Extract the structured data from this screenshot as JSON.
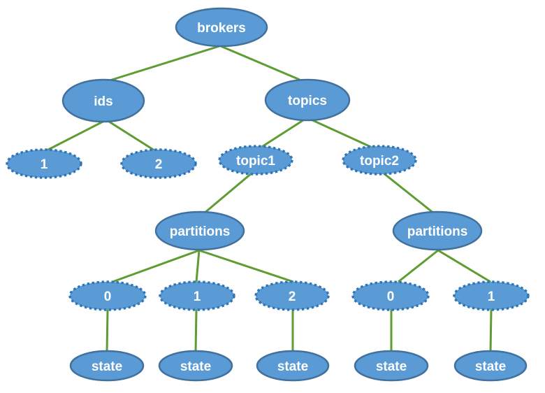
{
  "colors": {
    "node_fill": "#5B9BD5",
    "node_border": "#41719C",
    "dashed_node_border": "#2E75B6",
    "edge_line": "#5E9D31",
    "label_text": "#FFFFFF",
    "background": "#FFFFFF"
  },
  "nodes": [
    {
      "id": "brokers",
      "label": "brokers",
      "style": "solid"
    },
    {
      "id": "ids",
      "label": "ids",
      "style": "solid"
    },
    {
      "id": "id-1",
      "label": "1",
      "style": "dashed"
    },
    {
      "id": "id-2",
      "label": "2",
      "style": "dashed"
    },
    {
      "id": "topics",
      "label": "topics",
      "style": "solid"
    },
    {
      "id": "topic1",
      "label": "topic1",
      "style": "dashed"
    },
    {
      "id": "topic2",
      "label": "topic2",
      "style": "dashed"
    },
    {
      "id": "partitions-left",
      "label": "partitions",
      "style": "solid"
    },
    {
      "id": "p1-0",
      "label": "0",
      "style": "dashed"
    },
    {
      "id": "p1-1",
      "label": "1",
      "style": "dashed"
    },
    {
      "id": "p1-2",
      "label": "2",
      "style": "dashed"
    },
    {
      "id": "p1-0-state",
      "label": "state",
      "style": "solid"
    },
    {
      "id": "p1-1-state",
      "label": "state",
      "style": "solid"
    },
    {
      "id": "p1-2-state",
      "label": "state",
      "style": "solid"
    },
    {
      "id": "partitions-right",
      "label": "partitions",
      "style": "solid"
    },
    {
      "id": "p2-0",
      "label": "0",
      "style": "dashed"
    },
    {
      "id": "p2-1",
      "label": "1",
      "style": "dashed"
    },
    {
      "id": "p2-0-state",
      "label": "state",
      "style": "solid"
    },
    {
      "id": "p2-1-state",
      "label": "state",
      "style": "solid"
    }
  ],
  "edges": [
    [
      "brokers",
      "ids"
    ],
    [
      "brokers",
      "topics"
    ],
    [
      "ids",
      "id-1"
    ],
    [
      "ids",
      "id-2"
    ],
    [
      "topics",
      "topic1"
    ],
    [
      "topics",
      "topic2"
    ],
    [
      "topic1",
      "partitions-left"
    ],
    [
      "topic2",
      "partitions-right"
    ],
    [
      "partitions-left",
      "p1-0"
    ],
    [
      "partitions-left",
      "p1-1"
    ],
    [
      "partitions-left",
      "p1-2"
    ],
    [
      "partitions-right",
      "p2-0"
    ],
    [
      "partitions-right",
      "p2-1"
    ],
    [
      "p1-0",
      "p1-0-state"
    ],
    [
      "p1-1",
      "p1-1-state"
    ],
    [
      "p1-2",
      "p1-2-state"
    ],
    [
      "p2-0",
      "p2-0-state"
    ],
    [
      "p2-1",
      "p2-1-state"
    ]
  ]
}
